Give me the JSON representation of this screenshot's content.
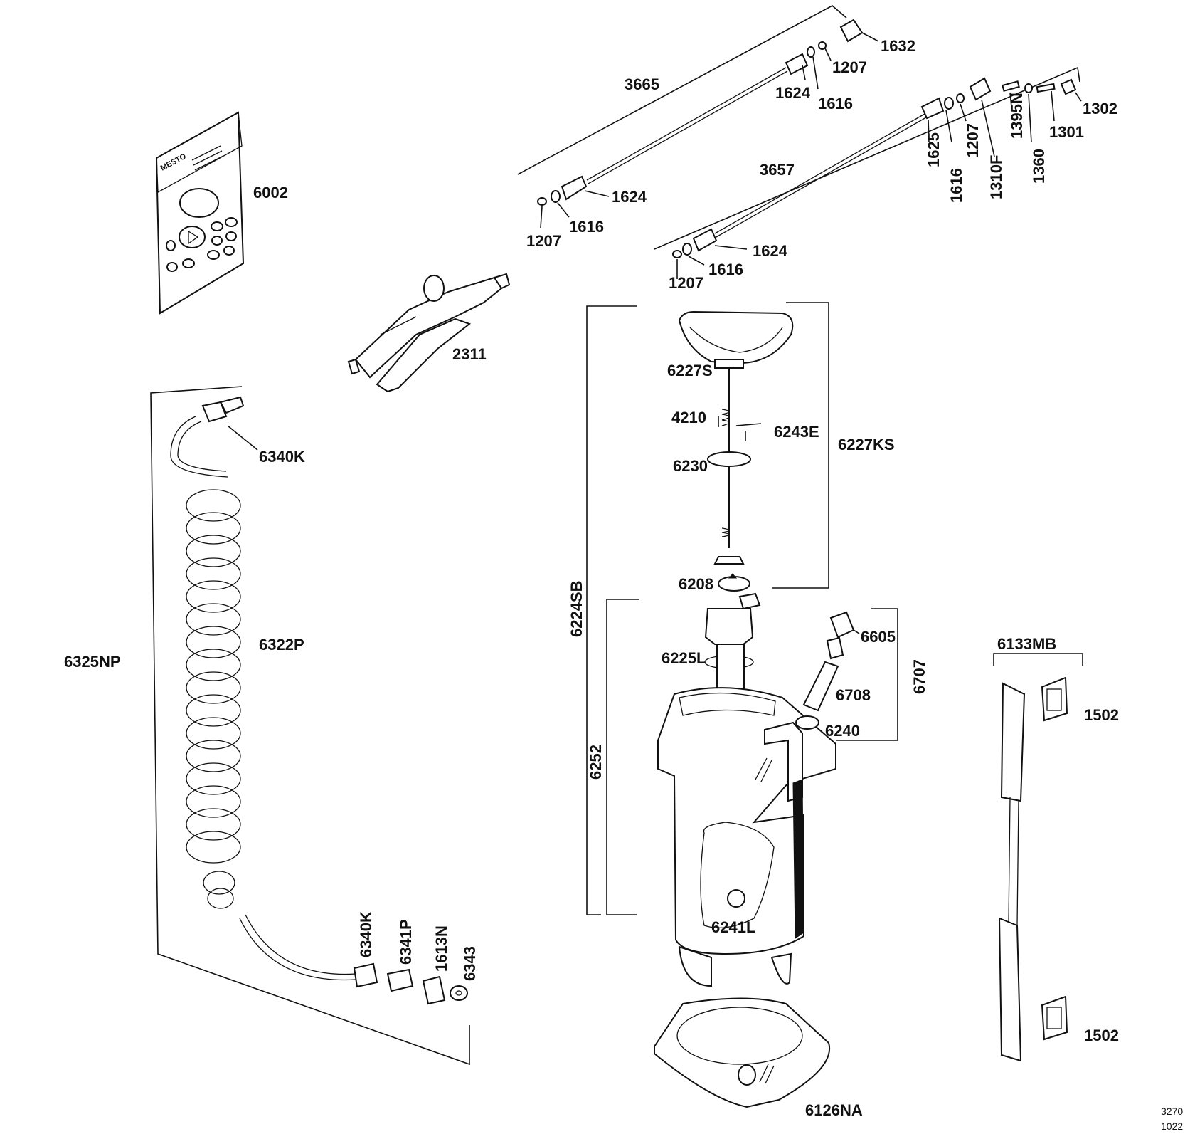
{
  "card": {
    "brand": "MESTO"
  },
  "labels": {
    "l1632": "1632",
    "l1207a": "1207",
    "l3665": "3665",
    "l1624a": "1624",
    "l1616a": "1616",
    "l1624b": "1624",
    "l1616b": "1616",
    "l1207b": "1207",
    "l1302": "1302",
    "l1395n": "1395N",
    "l1301": "1301",
    "l1207c": "1207",
    "l1625": "1625",
    "l1616c": "1616",
    "l1310f": "1310F",
    "l1360": "1360",
    "l3657": "3657",
    "l1624c": "1624",
    "l1616d": "1616",
    "l1207d": "1207",
    "l6002": "6002",
    "l2311": "2311",
    "l6227s": "6227S",
    "l4210": "4210",
    "l6243e": "6243E",
    "l6227ks": "6227KS",
    "l6230": "6230",
    "l6208": "6208",
    "l6224sb": "6224SB",
    "l6340k_top": "6340K",
    "l6322p": "6322P",
    "l6325np": "6325NP",
    "l6225l": "6225L",
    "l6605": "6605",
    "l6707": "6707",
    "l6708": "6708",
    "l6240": "6240",
    "l6252": "6252",
    "l6241l": "6241L",
    "l6133mb": "6133MB",
    "l1502a": "1502",
    "l1502b": "1502",
    "l6126na": "6126NA",
    "l6340k_bottom": "6340K",
    "l6341p": "6341P",
    "l1613n": "1613N",
    "l6343": "6343"
  },
  "drawing_code": {
    "line1": "3270",
    "line2": "1022"
  }
}
